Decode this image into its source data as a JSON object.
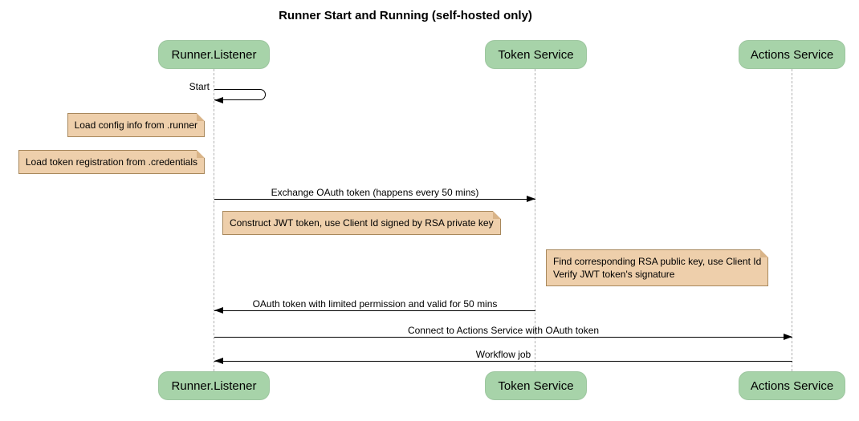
{
  "title": "Runner Start and Running (self-hosted only)",
  "participants": [
    {
      "name": "Runner.Listener"
    },
    {
      "name": "Token Service"
    },
    {
      "name": "Actions Service"
    }
  ],
  "messages": {
    "start": {
      "label": "Start",
      "from": "Runner.Listener",
      "to": "Runner.Listener"
    },
    "exchange": {
      "label": "Exchange OAuth token (happens every 50 mins)",
      "from": "Runner.Listener",
      "to": "Token Service"
    },
    "oauth_return": {
      "label": "OAuth token with limited permission and valid for 50 mins",
      "from": "Token Service",
      "to": "Runner.Listener"
    },
    "connect": {
      "label": "Connect to Actions Service with OAuth token",
      "from": "Runner.Listener",
      "to": "Actions Service"
    },
    "workflow": {
      "label": "Workflow job",
      "from": "Actions Service",
      "to": "Runner.Listener"
    }
  },
  "notes": {
    "load_config": {
      "text": "Load config info from .runner"
    },
    "load_token": {
      "text": "Load token registration from .credentials"
    },
    "construct_jwt": {
      "text": "Construct JWT token, use Client Id signed by RSA private key"
    },
    "verify_jwt": {
      "line1": "Find corresponding RSA public key, use Client Id",
      "line2": "Verify JWT token's signature"
    }
  },
  "colors": {
    "participant_fill": "#a7d3a9",
    "note_fill": "#eecfab",
    "note_border": "#a8885c",
    "lifeline": "#b0b0b0",
    "message_line": "#000000"
  }
}
